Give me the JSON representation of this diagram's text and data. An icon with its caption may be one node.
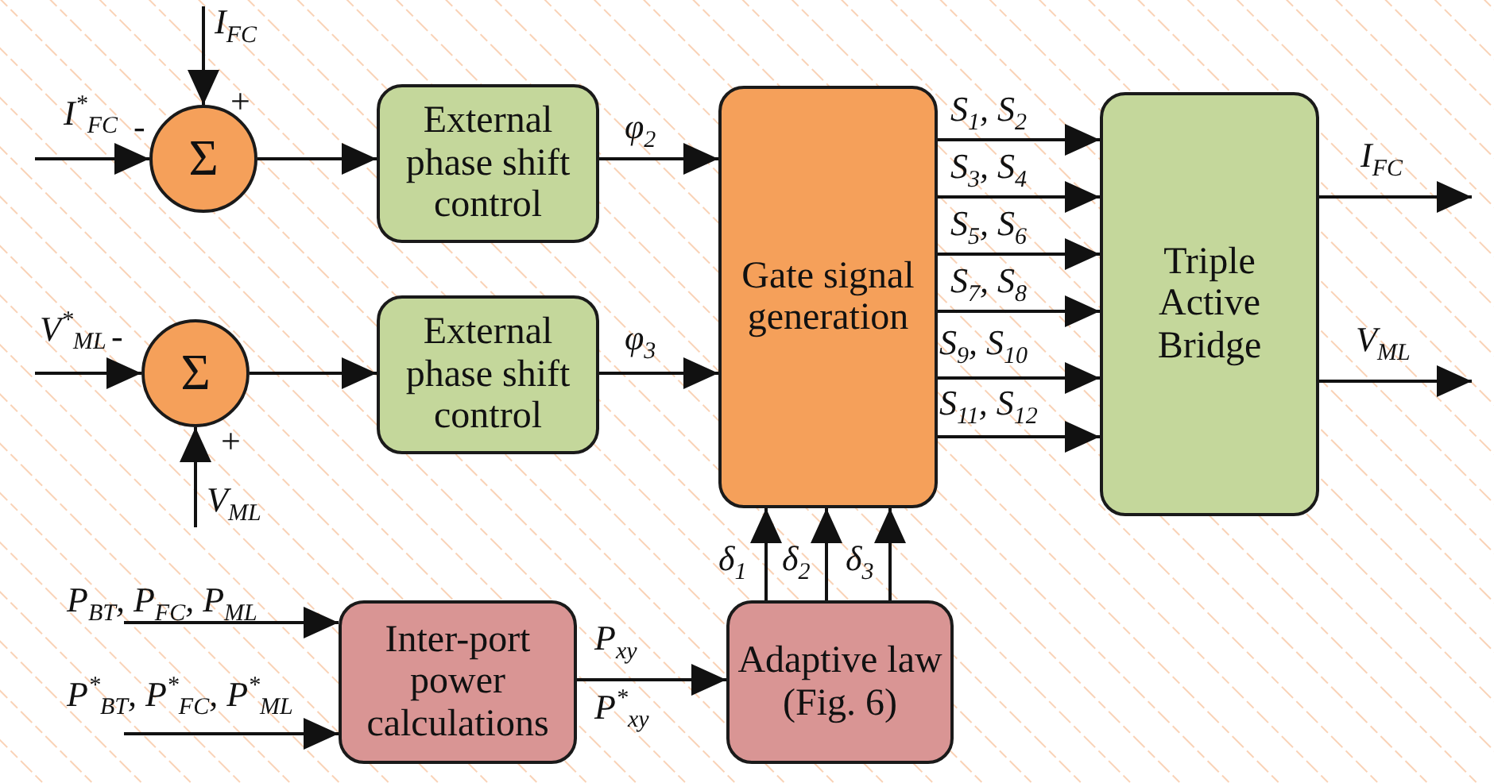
{
  "diagram": {
    "nodes": [
      {
        "text": [
          "Σ"
        ]
      },
      {
        "text": [
          "External phase shift control"
        ]
      },
      {
        "text": [
          "Σ"
        ]
      },
      {
        "text": [
          "External phase shift control"
        ]
      },
      {
        "text": [
          "Gate signal generation"
        ]
      },
      {
        "text": [
          "Triple Active Bridge"
        ]
      },
      {
        "text": [
          "Inter-port power calculations"
        ]
      },
      {
        "text": [
          "Adaptive law (Fig. 6)"
        ]
      }
    ],
    "edges": [
      {
        "from": null,
        "to": 0,
        "arrow": "to",
        "label": "I$^{*}$$_{FC}$"
      },
      {
        "from": null,
        "to": 0,
        "arrow": "to",
        "label": "I$_{FC}$"
      },
      {
        "from": 0,
        "to": 1,
        "arrow": "to"
      },
      {
        "from": 1,
        "to": 4,
        "arrow": "to",
        "label": "φ$_{2}$"
      },
      {
        "from": null,
        "to": 2,
        "arrow": "to",
        "label": "V$^{*}$$_{ML}$"
      },
      {
        "from": null,
        "to": 2,
        "arrow": "to",
        "label": "V$_{ML}$"
      },
      {
        "from": 2,
        "to": 3,
        "arrow": "to"
      },
      {
        "from": 3,
        "to": 4,
        "arrow": "to",
        "label": "φ$_{3}$"
      },
      {
        "from": 4,
        "to": 5,
        "arrow": "to",
        "label": "S$_{1}$, S$_{2}$"
      },
      {
        "from": 4,
        "to": 5,
        "arrow": "to",
        "label": "S$_{3}$, S$_{4}$"
      },
      {
        "from": 4,
        "to": 5,
        "arrow": "to",
        "label": "S$_{5}$, S$_{6}$"
      },
      {
        "from": 4,
        "to": 5,
        "arrow": "to",
        "label": "S$_{7}$, S$_{8}$"
      },
      {
        "from": 4,
        "to": 5,
        "arrow": "to",
        "label": "S$_{9}$, S$_{10}$"
      },
      {
        "from": 4,
        "to": 5,
        "arrow": "to",
        "label": "S$_{11}$, S$_{12}$"
      },
      {
        "from": 5,
        "to": null,
        "arrow": "to",
        "label": "I$_{FC}$"
      },
      {
        "from": 5,
        "to": null,
        "arrow": "to",
        "label": "V$_{ML}$"
      },
      {
        "from": null,
        "to": 6,
        "arrow": "to",
        "label": "P$_{BT}$, P$_{FC}$, P$_{ML}$"
      },
      {
        "from": null,
        "to": 6,
        "arrow": "to",
        "label": "P$^{*}$$_{BT}$, P$^{*}$$_{FC}$, P$^{*}$$_{ML}$"
      },
      {
        "from": 6,
        "to": 7,
        "arrow": "to",
        "label": "P$_{xy}$"
      },
      {
        "from": 7,
        "to": 4,
        "arrow": "to",
        "label": "δ$_{1}$"
      },
      {
        "from": 7,
        "to": 4,
        "arrow": "to",
        "label": "δ$_{2}$"
      },
      {
        "from": 7,
        "to": 4,
        "arrow": "to",
        "label": "δ$_{3}$"
      }
    ],
    "labels": [
      "+",
      "-",
      "-",
      "+",
      "P$^{*}$$_{xy}$"
    ]
  }
}
